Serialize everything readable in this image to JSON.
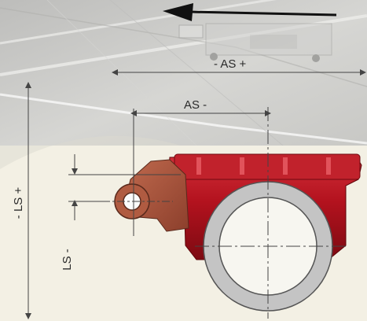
{
  "labels": {
    "as_plus": "- AS +",
    "as_minus": "AS -",
    "ls_plus": "- LS +",
    "ls_minus": "LS -"
  },
  "colors": {
    "road_photo_bg": "#c9c9c7",
    "paper_bg": "#f3f0e4",
    "housing_red": "#b3121e",
    "arm_copper": "#a8553e",
    "ring_grey": "#c4c4c4",
    "dimension_line": "#444444",
    "arrow": "#111111"
  },
  "icons": {
    "direction_arrow": "arrow-left-icon"
  }
}
